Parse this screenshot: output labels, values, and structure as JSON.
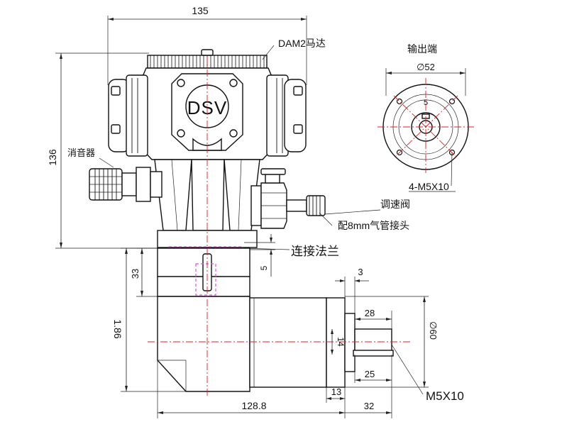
{
  "title_brand": "DSV",
  "labels": {
    "motor": "DAM2马达",
    "output_end": "输出端",
    "muffler": "消音器",
    "speed_valve": "调速阀",
    "fitting": "配8mm气管接头",
    "flange": "连接法兰",
    "bolt_holes": "4-M5X10",
    "shaft_thread": "M5X10"
  },
  "dimensions": {
    "width_top": "135",
    "height_total": "136",
    "flange_offset": "5",
    "dim_33": "33",
    "dim_186": "1.86",
    "dim_1288": "128.8",
    "dim_3": "3",
    "dim_28": "28",
    "dim_14": "14",
    "dim_25": "25",
    "dim_13": "13",
    "dim_32": "32",
    "dia_60": "∅60",
    "dia_52": "∅52",
    "key_5": "5"
  }
}
